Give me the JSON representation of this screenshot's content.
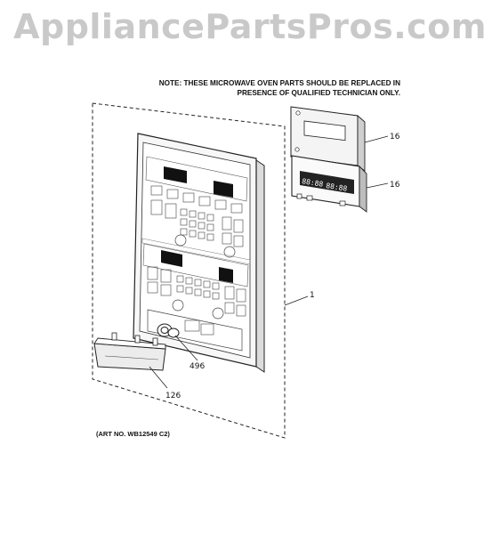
{
  "watermark": "AppliancePartsPros.com",
  "note": {
    "line1": "NOTE: THESE MICROWAVE OVEN PARTS SHOULD BE REPLACED IN",
    "line2": "PRESENCE OF QUALIFIED TECHNICIAN ONLY."
  },
  "art_number": "(ART NO. WB12549 C2)",
  "callouts": {
    "bracket": "16",
    "board": "16",
    "panel": "1",
    "switch": "496",
    "handle": "126"
  },
  "display": {
    "left": "88:88",
    "right": "88:88"
  }
}
